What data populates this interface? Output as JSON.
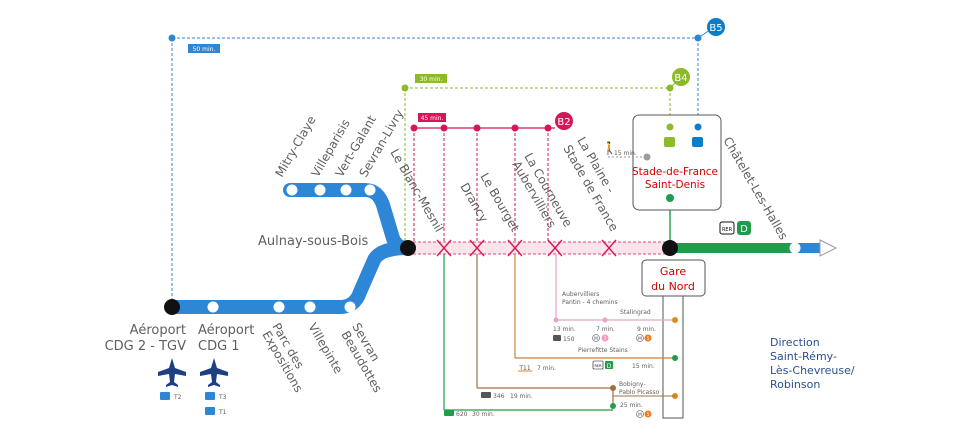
{
  "colors": {
    "rer_b_blue": "#2e86d6",
    "b2_magenta": "#d6155a",
    "b4_green": "#8cba2a",
    "b5_blue": "#0a7fc5",
    "rer_d_green": "#1f9d4a",
    "line_orange": "#c8843c",
    "station_red": "#d40000",
    "direction_navy": "#2a4f8f"
  },
  "branches": {
    "b5": {
      "label": "B5",
      "time": "50 min."
    },
    "b4": {
      "label": "B4",
      "time": "30 min."
    },
    "b2": {
      "label": "B2",
      "time": "45 min."
    }
  },
  "stations": {
    "aulnay": "Aulnay-sous-Bois",
    "cdg2_line1": "Aéroport",
    "cdg2_line2": "CDG 2 - TGV",
    "cdg1_line1": "Aéroport",
    "cdg1_line2": "CDG 1",
    "parc_line1": "Parc des",
    "parc_line2": "Expositions",
    "villepinte": "Villepinte",
    "sevran_b_line1": "Sevran",
    "sevran_b_line2": "Beaudottes",
    "mitry": "Mitry-Claye",
    "villeparisis": "Villeparisis",
    "vert_galant": "Vert-Galant",
    "sevran_livry": "Sevran-Livry",
    "blanc_mesnil": "Le Blanc-Mesnil",
    "drancy": "Drancy",
    "le_bourget": "Le Bourget",
    "courneuve_line1": "La Courneuve",
    "courneuve_line2": "Aubervilliers",
    "plaine_line1": "La Plaine -",
    "plaine_line2": "Stade de France",
    "stade_line1": "Stade-de-France",
    "stade_line2": "Saint-Denis",
    "chatelet": "Châtelet-Les-Halles",
    "gare_line1": "Gare",
    "gare_line2": "du Nord"
  },
  "walk_time": "15 min.",
  "rer_d": {
    "rer": "RER",
    "line": "D"
  },
  "connections": {
    "aubervilliers_line1": "Aubervilliers",
    "aubervilliers_line2": "Pantin - 4 chemins",
    "stalingrad": "Stalingrad",
    "pierrefitte": "Pierrefitte Stains",
    "bobigny_line1": "Bobigny-",
    "bobigny_line2": "Pablo Picasso",
    "time_13": "13 min.",
    "time_7a": "7 min.",
    "time_9": "9 min.",
    "time_15": "15 min.",
    "time_7b": "7 min.",
    "time_19": "19 min.",
    "time_25": "25 min.",
    "time_30": "30 min.",
    "bus_150": "150",
    "bus_346": "346",
    "bus_620": "620",
    "tram_t11": "T11",
    "metro_m": "M",
    "metro_7": "7",
    "metro_5": "5",
    "rer": "RER",
    "rer_line_d": "D"
  },
  "terminals": {
    "t2": "T2",
    "t3": "T3",
    "t1": "T1"
  },
  "direction": {
    "line1": "Direction",
    "line2": "Saint-Rémy-",
    "line3": "Lès-Chevreuse/",
    "line4": "Robinson"
  }
}
